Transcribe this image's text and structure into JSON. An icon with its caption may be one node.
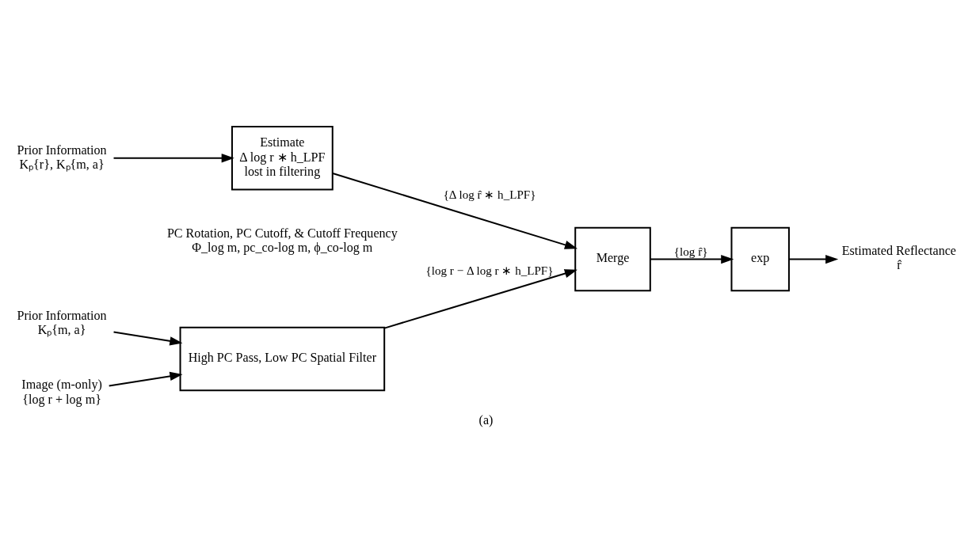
{
  "diagram": {
    "caption": "(a)",
    "nodes": [
      {
        "text": [
          "Prior Information",
          "Kₚ{m, a}"
        ]
      },
      {
        "text": [
          "Image (m-only)",
          "{log r + log m}"
        ]
      },
      {
        "text": [
          "High PC Pass, Low PC Spatial Filter"
        ]
      },
      {
        "text": [
          "Prior Information",
          "Kₚ{r}, Kₚ{m, a}"
        ]
      },
      {
        "text": [
          "Estimate",
          "Δ log r ∗ h_LPF",
          "lost in filtering"
        ]
      },
      {
        "text": [
          "Merge"
        ]
      },
      {
        "text": [
          "exp"
        ]
      },
      {
        "text": [
          "Estimated Reflectance",
          "r̂"
        ]
      }
    ],
    "edges": [
      {
        "from": 0,
        "to": 2,
        "arrow": "to"
      },
      {
        "from": 1,
        "to": 2,
        "arrow": "to"
      },
      {
        "from": 3,
        "to": 4,
        "arrow": "to"
      },
      {
        "from": 2,
        "to": 5,
        "arrow": "to",
        "label": "{log r − Δ log r ∗ h_LPF}"
      },
      {
        "from": 4,
        "to": 5,
        "arrow": "to",
        "label": "{Δ log r̂ ∗ h_LPF}"
      },
      {
        "from": 5,
        "to": 6,
        "arrow": "to",
        "label": "{log r̂}"
      },
      {
        "from": 6,
        "to": 7,
        "arrow": "to"
      }
    ],
    "labels": [
      "PC Rotation, PC Cutoff, & Cutoff Frequency",
      "Φ_log m, pc_co-log m, ϕ_co-log m"
    ]
  }
}
